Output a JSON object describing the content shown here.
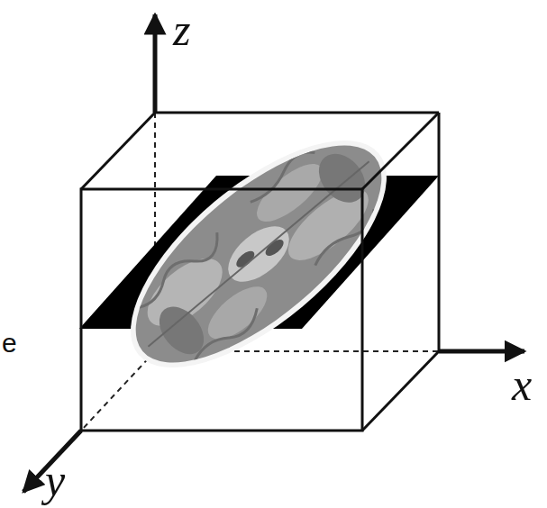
{
  "diagram": {
    "labels": [
      "z",
      "x",
      "y",
      "e"
    ]
  }
}
